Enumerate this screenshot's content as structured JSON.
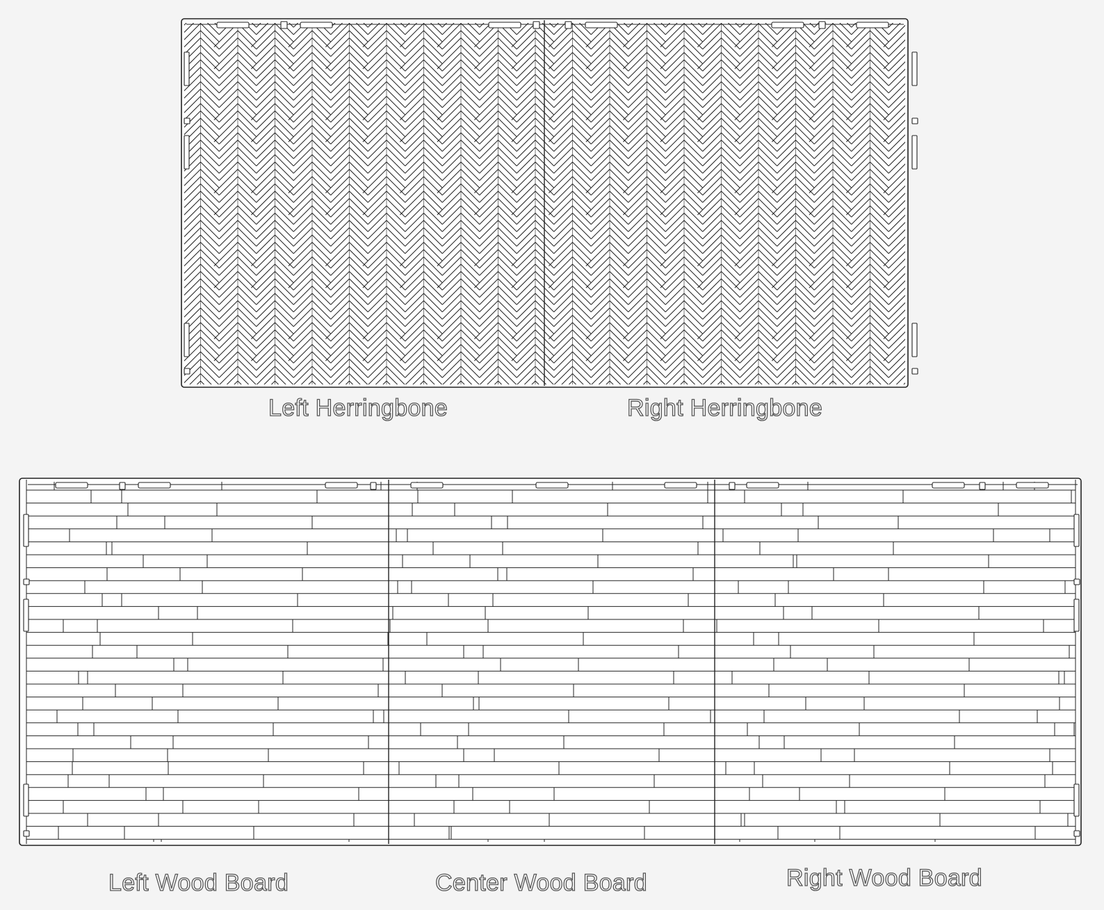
{
  "labels": {
    "left_herringbone": "Left Herringbone",
    "right_herringbone": "Right Herringbone",
    "left_wood_board": "Left Wood Board",
    "center_wood_board": "Center Wood Board",
    "right_wood_board": "Right Wood Board"
  },
  "colors": {
    "line": "#222222",
    "background": "#f4f4f4",
    "panel_fill": "#ffffff",
    "label_outline": "#555555"
  }
}
